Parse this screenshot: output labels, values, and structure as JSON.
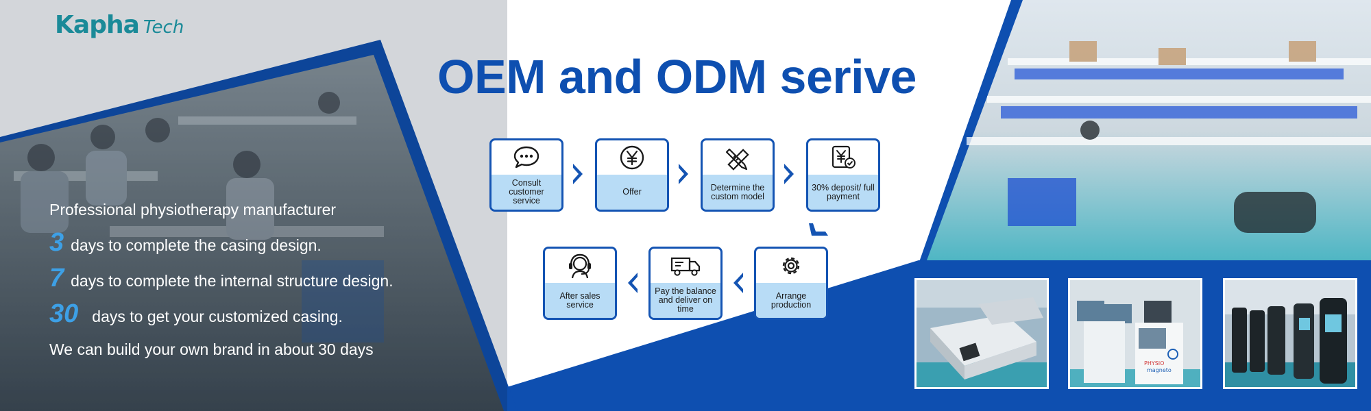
{
  "brand": {
    "logo_main": "Kapha",
    "logo_sub": "Tech"
  },
  "title": "OEM and ODM serive",
  "intro": {
    "line1": "Professional physiotherapy manufacturer",
    "items": [
      {
        "number": "3",
        "text": "days to complete the casing design."
      },
      {
        "number": "7",
        "text": "days to complete the internal structure design."
      },
      {
        "number": "30",
        "text": "days to get your customized casing."
      }
    ],
    "closing": "We can build your own brand in about 30 days"
  },
  "process": {
    "steps": [
      {
        "label": "Consult customer service",
        "icon": "chat-bubble-icon"
      },
      {
        "label": "Offer",
        "icon": "yen-coin-icon"
      },
      {
        "label": "Determine the custom model",
        "icon": "pencil-ruler-icon"
      },
      {
        "label": "30% deposit/ full payment",
        "icon": "yen-check-icon"
      },
      {
        "label": "Arrange production",
        "icon": "gear-icon"
      },
      {
        "label": "Pay the balance and deliver on time",
        "icon": "truck-icon"
      },
      {
        "label": "After sales service",
        "icon": "headset-icon"
      }
    ]
  },
  "photos": {
    "factory": "factory-floor-photo",
    "products": [
      "device-photo-1",
      "device-photo-2",
      "device-photo-3"
    ],
    "product2_brand": "PHYSIO magneto"
  },
  "colors": {
    "primary_blue": "#0e4fb0",
    "box_border": "#1454b3",
    "box_fill": "#b8dcf6",
    "number_accent": "#3da0e6",
    "logo": "#1a8a98"
  }
}
